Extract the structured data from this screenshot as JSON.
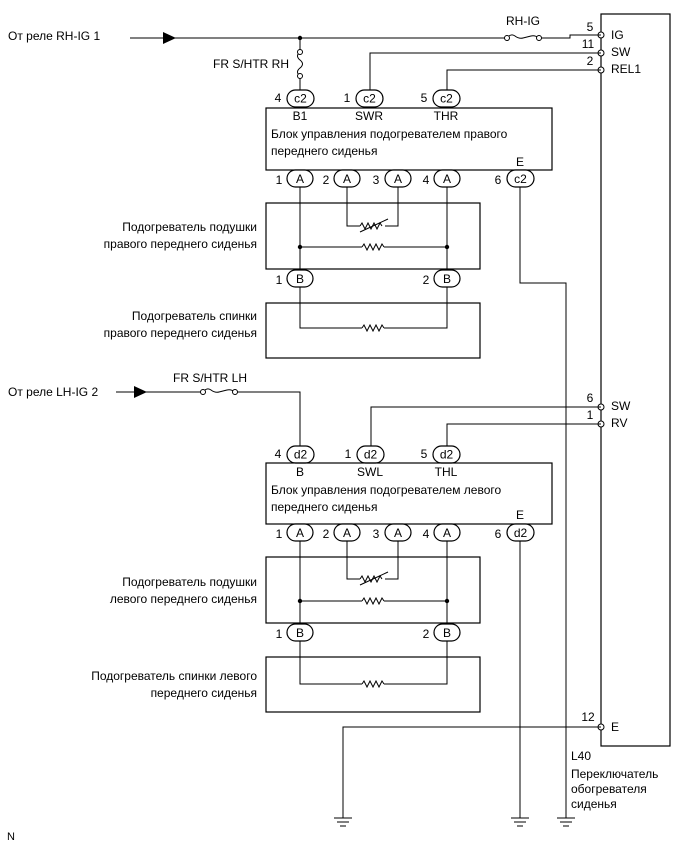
{
  "labels": {
    "rh_source": "От реле RH-IG 1",
    "rh_fuse": "RH-IG",
    "fr_htr_rh": "FR S/HTR RH",
    "lh_source": "От реле LH-IG 2",
    "fr_htr_lh": "FR S/HTR LH",
    "corner_mark": "N"
  },
  "switch": {
    "code": "L40",
    "name_lines": [
      "Переключатель",
      "обогревателя",
      "сиденья"
    ],
    "pins": [
      {
        "num": "5",
        "name": "IG"
      },
      {
        "num": "11",
        "name": "SW"
      },
      {
        "num": "2",
        "name": "REL1"
      },
      {
        "num": "6",
        "name": "SW"
      },
      {
        "num": "1",
        "name": "RV"
      },
      {
        "num": "12",
        "name": "E"
      }
    ]
  },
  "rh_unit": {
    "title_lines": [
      "Блок управления подогревателем правого",
      "переднего сиденья"
    ],
    "top_terms": [
      {
        "num": "4",
        "conn": "c2",
        "name": "B1"
      },
      {
        "num": "1",
        "conn": "c2",
        "name": "SWR"
      },
      {
        "num": "5",
        "conn": "c2",
        "name": "THR"
      }
    ],
    "e_term": {
      "num": "6",
      "conn": "c2",
      "name": "E"
    },
    "bottom_terms": [
      {
        "num": "1",
        "conn": "A"
      },
      {
        "num": "2",
        "conn": "A"
      },
      {
        "num": "3",
        "conn": "A"
      },
      {
        "num": "4",
        "conn": "A"
      }
    ],
    "cushion_lines": [
      "Подогреватель подушки",
      "правого переднего сиденья"
    ],
    "b_terms": [
      {
        "num": "1",
        "conn": "B"
      },
      {
        "num": "2",
        "conn": "B"
      }
    ],
    "back_lines": [
      "Подогреватель спинки",
      "правого переднего сиденья"
    ]
  },
  "lh_unit": {
    "title_lines": [
      "Блок управления подогревателем левого",
      "переднего сиденья"
    ],
    "top_terms": [
      {
        "num": "4",
        "conn": "d2",
        "name": "B"
      },
      {
        "num": "1",
        "conn": "d2",
        "name": "SWL"
      },
      {
        "num": "5",
        "conn": "d2",
        "name": "THL"
      }
    ],
    "e_term": {
      "num": "6",
      "conn": "d2",
      "name": "E"
    },
    "bottom_terms": [
      {
        "num": "1",
        "conn": "A"
      },
      {
        "num": "2",
        "conn": "A"
      },
      {
        "num": "3",
        "conn": "A"
      },
      {
        "num": "4",
        "conn": "A"
      }
    ],
    "cushion_lines": [
      "Подогреватель подушки",
      "левого переднего сиденья"
    ],
    "b_terms": [
      {
        "num": "1",
        "conn": "B"
      },
      {
        "num": "2",
        "conn": "B"
      }
    ],
    "back_lines": [
      "Подогреватель спинки левого",
      "переднего сиденья"
    ]
  }
}
